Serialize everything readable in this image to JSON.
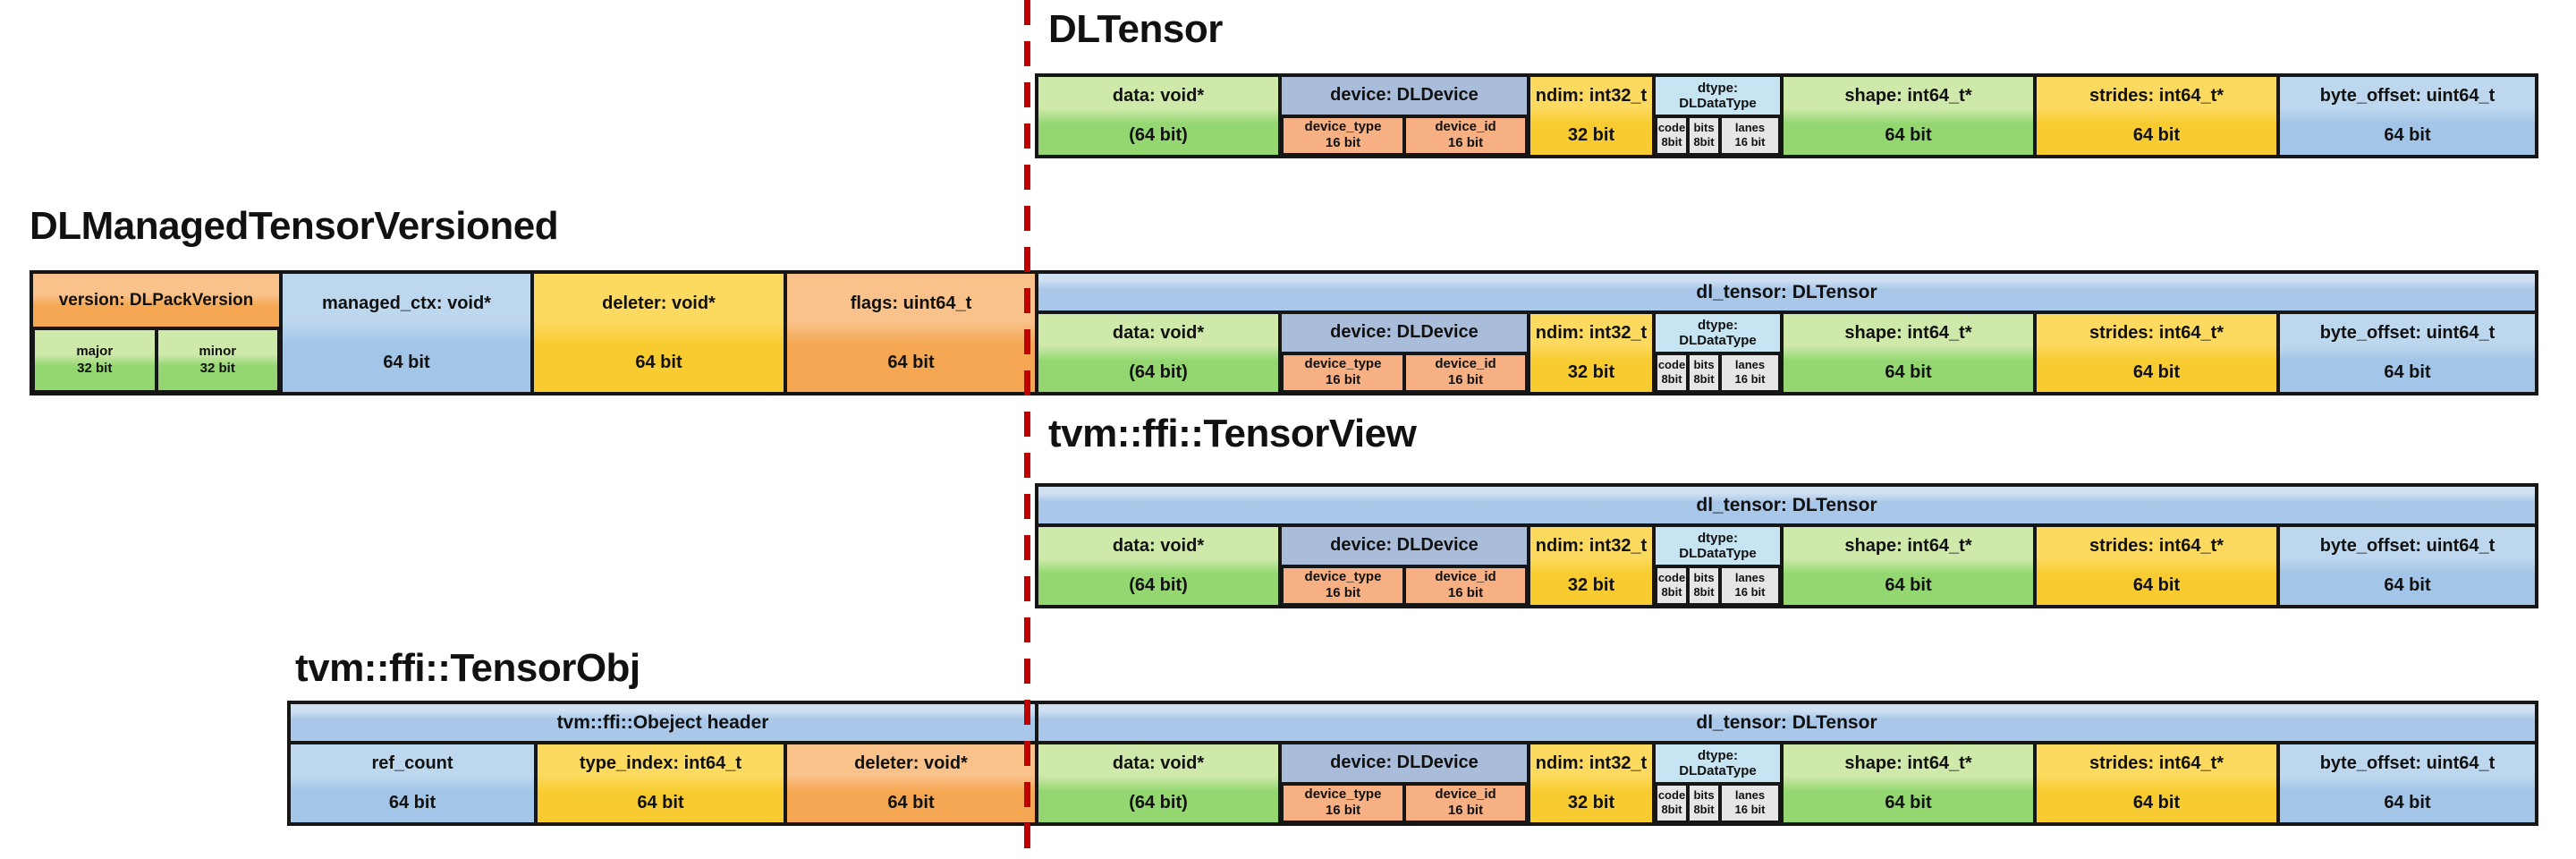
{
  "palette": {
    "divider": "#c00000",
    "border": "#161616",
    "green_top": "#cfe9ab",
    "green_bottom": "#94d771",
    "yellow_top": "#fcd95f",
    "yellow_bottom": "#f8cc30",
    "orange_top": "#f9c28b",
    "orange_bottom": "#f5a753",
    "blue_top": "#bdd7ee",
    "blue_bottom": "#a2c5e8",
    "device_header": "#a9bcd9",
    "dtype_header": "#c6e4f2",
    "salmon": "#f6b083",
    "gray": "#e6e6e6",
    "band_top": "#cfe0f2",
    "band_main": "#a9c7e8"
  },
  "sections": {
    "dltensor": {
      "title": "DLTensor"
    },
    "managed": {
      "title": "DLManagedTensorVersioned"
    },
    "tensorview": {
      "title": "tvm::ffi::TensorView"
    },
    "tensorobj": {
      "title": "tvm::ffi::TensorObj",
      "header_label": "tvm::ffi::Obeject header"
    }
  },
  "band_label": "dl_tensor: DLTensor",
  "dltensor_fields": {
    "data": {
      "label": "data: void*",
      "bits": "(64 bit)"
    },
    "device": {
      "label": "device: DLDevice",
      "subs": {
        "device_type": {
          "label": "device_type",
          "bits": "16 bit"
        },
        "device_id": {
          "label": "device_id",
          "bits": "16 bit"
        }
      }
    },
    "ndim": {
      "label": "ndim: int32_t",
      "bits": "32 bit"
    },
    "dtype": {
      "label_line1": "dtype:",
      "label_line2": "DLDataType",
      "subs": {
        "code": {
          "label": "code",
          "bits": "8bit"
        },
        "bits": {
          "label": "bits",
          "bits": "8bit"
        },
        "lanes": {
          "label": "lanes",
          "bits": "16 bit"
        }
      }
    },
    "shape": {
      "label": "shape: int64_t*",
      "bits": "64 bit"
    },
    "strides": {
      "label": "strides: int64_t*",
      "bits": "64 bit"
    },
    "byte_offset": {
      "label": "byte_offset: uint64_t",
      "bits": "64 bit"
    }
  },
  "managed_fields": {
    "version": {
      "label": "version: DLPackVersion",
      "subs": {
        "major": {
          "label": "major",
          "bits": "32 bit"
        },
        "minor": {
          "label": "minor",
          "bits": "32 bit"
        }
      }
    },
    "managed_ctx": {
      "label": "managed_ctx: void*",
      "bits": "64 bit"
    },
    "deleter": {
      "label": "deleter: void*",
      "bits": "64 bit"
    },
    "flags": {
      "label": "flags: uint64_t",
      "bits": "64 bit"
    }
  },
  "tensorobj_fields": {
    "ref_count": {
      "label": "ref_count",
      "bits": "64 bit"
    },
    "type_index": {
      "label": "type_index: int64_t",
      "bits": "64 bit"
    },
    "deleter": {
      "label": "deleter: void*",
      "bits": "64 bit"
    }
  }
}
